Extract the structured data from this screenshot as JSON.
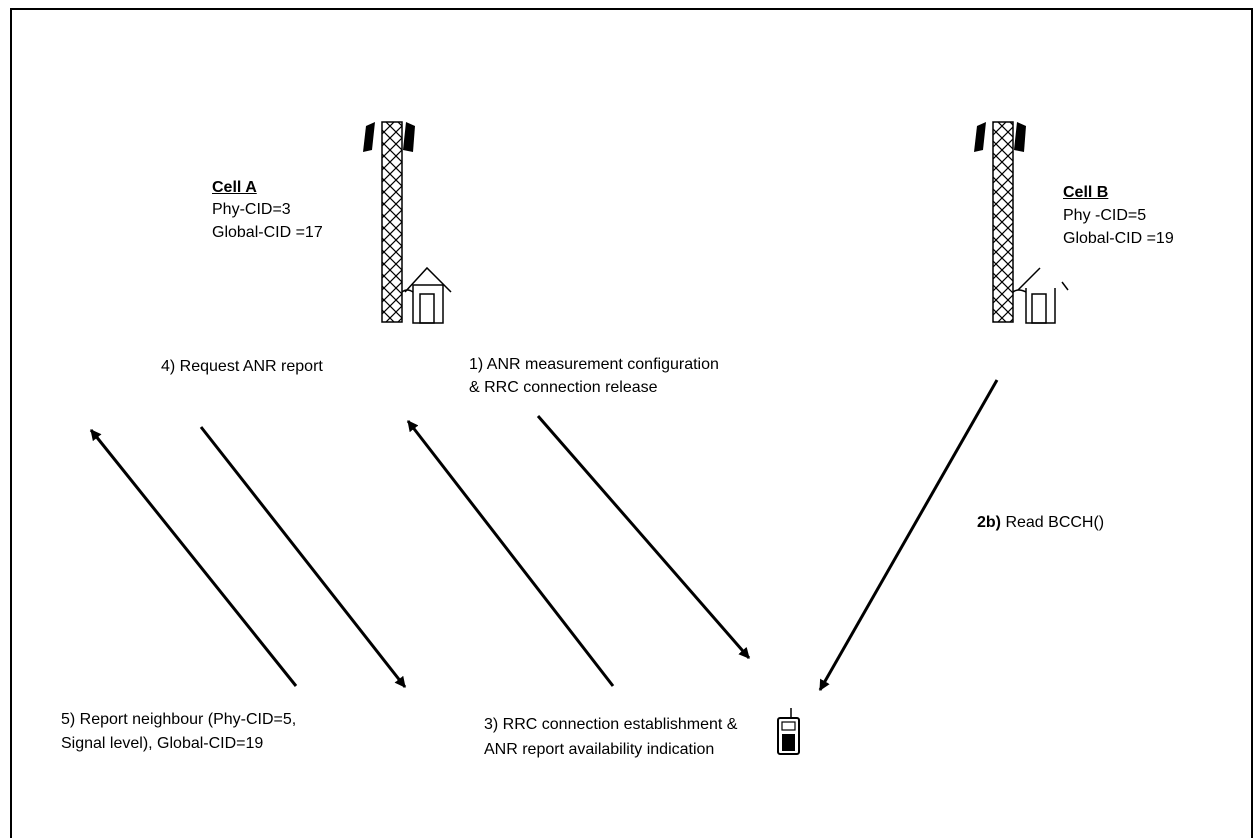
{
  "cell_a": {
    "title": "Cell A",
    "phy_cid": "Phy-CID=3",
    "global_cid": "Global-CID =17"
  },
  "cell_b": {
    "title": "Cell B",
    "phy_cid": "Phy -CID=5",
    "global_cid": "Global-CID =19"
  },
  "steps": {
    "s1": {
      "line1": "1) ANR measurement configuration",
      "line2": "& RRC connection release"
    },
    "s2b": {
      "prefix": "2b)",
      "text": " Read BCCH()"
    },
    "s3": {
      "line1": "3) RRC connection establishment &",
      "line2": "ANR report availability indication"
    },
    "s4": {
      "text": "4) Request ANR report"
    },
    "s5": {
      "line1": "5) Report neighbour (Phy-CID=5,",
      "line2": "Signal level), Global-CID=19"
    }
  },
  "icons": [
    "cell-tower-icon",
    "equipment-hut-icon",
    "mobile-phone-icon",
    "arrow-icon"
  ]
}
